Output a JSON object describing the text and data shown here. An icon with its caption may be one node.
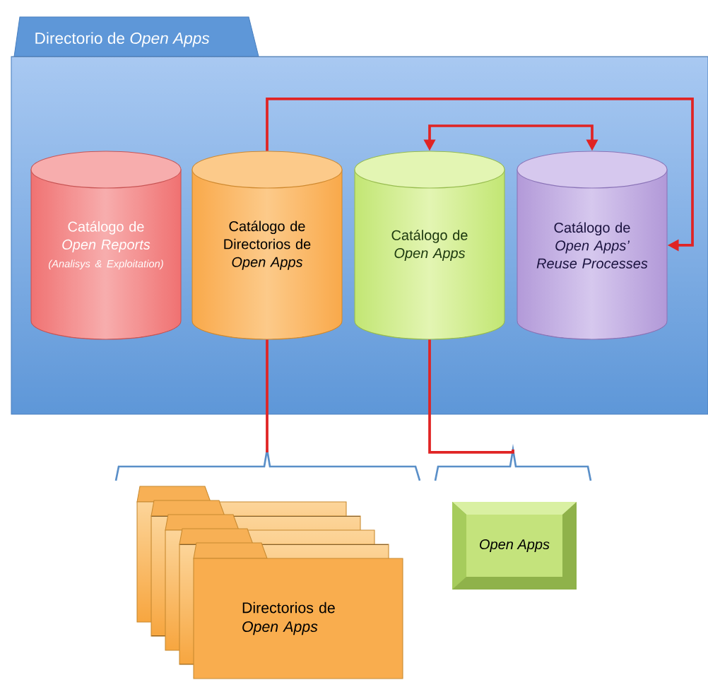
{
  "diagram": {
    "nodes": [
      {
        "text": [
          "Directorio de *Open Apps*"
        ]
      },
      {
        "text": [
          "Catálogo de *Open Reports*",
          "(Analisys & Exploitation)"
        ],
        "in": 0
      },
      {
        "text": [
          "Catálogo de Directorios de *Open Apps*"
        ],
        "in": 0
      },
      {
        "text": [
          "Catálogo de *Open Apps*"
        ],
        "in": 0
      },
      {
        "text": [
          "Catálogo de *Open Apps’ Reuse Processes*"
        ],
        "in": 0
      },
      {
        "text": [
          "Directorios de *Open Apps*"
        ]
      },
      {
        "text": [
          "Open Apps"
        ]
      }
    ],
    "edges": [
      {
        "from": 2,
        "to": 4,
        "arrow": "to"
      },
      {
        "from": 3,
        "to": 4,
        "arrow": "both"
      },
      {
        "from": 2,
        "to": 5,
        "arrow": "none"
      },
      {
        "from": 3,
        "to": 6,
        "arrow": "none"
      }
    ]
  }
}
